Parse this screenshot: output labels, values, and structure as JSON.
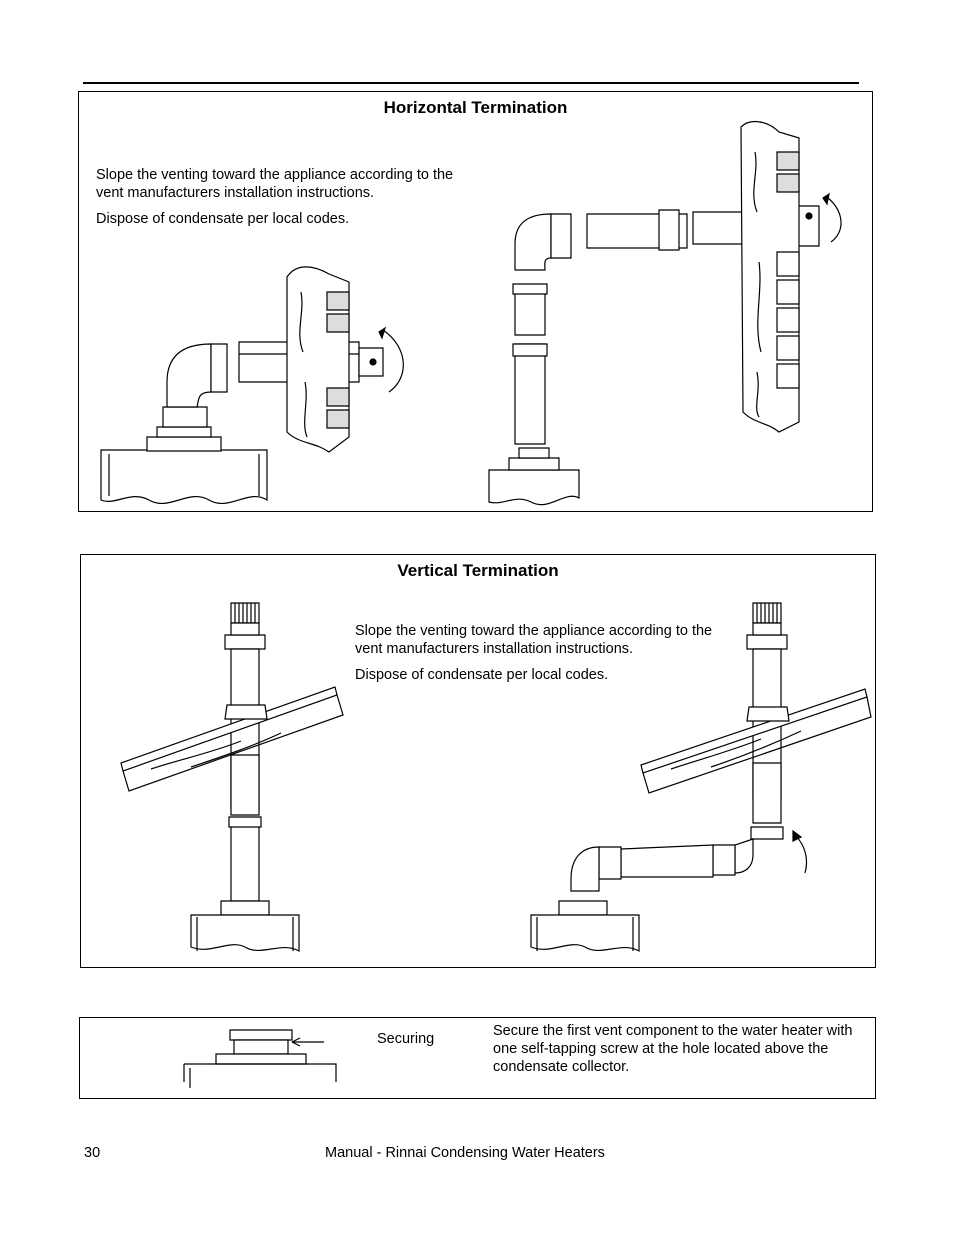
{
  "horizontal": {
    "title": "Horizontal Termination",
    "instruction_1": "Slope the venting toward the appliance according to the vent manufacturers installation instructions.",
    "instruction_2": "Dispose of condensate per local codes."
  },
  "vertical": {
    "title": "Vertical Termination",
    "instruction_1": "Slope the venting toward the appliance according to the vent manufacturers installation instructions.",
    "instruction_2": "Dispose of condensate per local codes."
  },
  "securing": {
    "label": "Securing",
    "description": "Secure the first vent component to the water heater with one self-tapping screw at the hole located above the condensate collector."
  },
  "footer": {
    "page_number": "30",
    "manual_title": "Manual - Rinnai Condensing Water Heaters"
  }
}
